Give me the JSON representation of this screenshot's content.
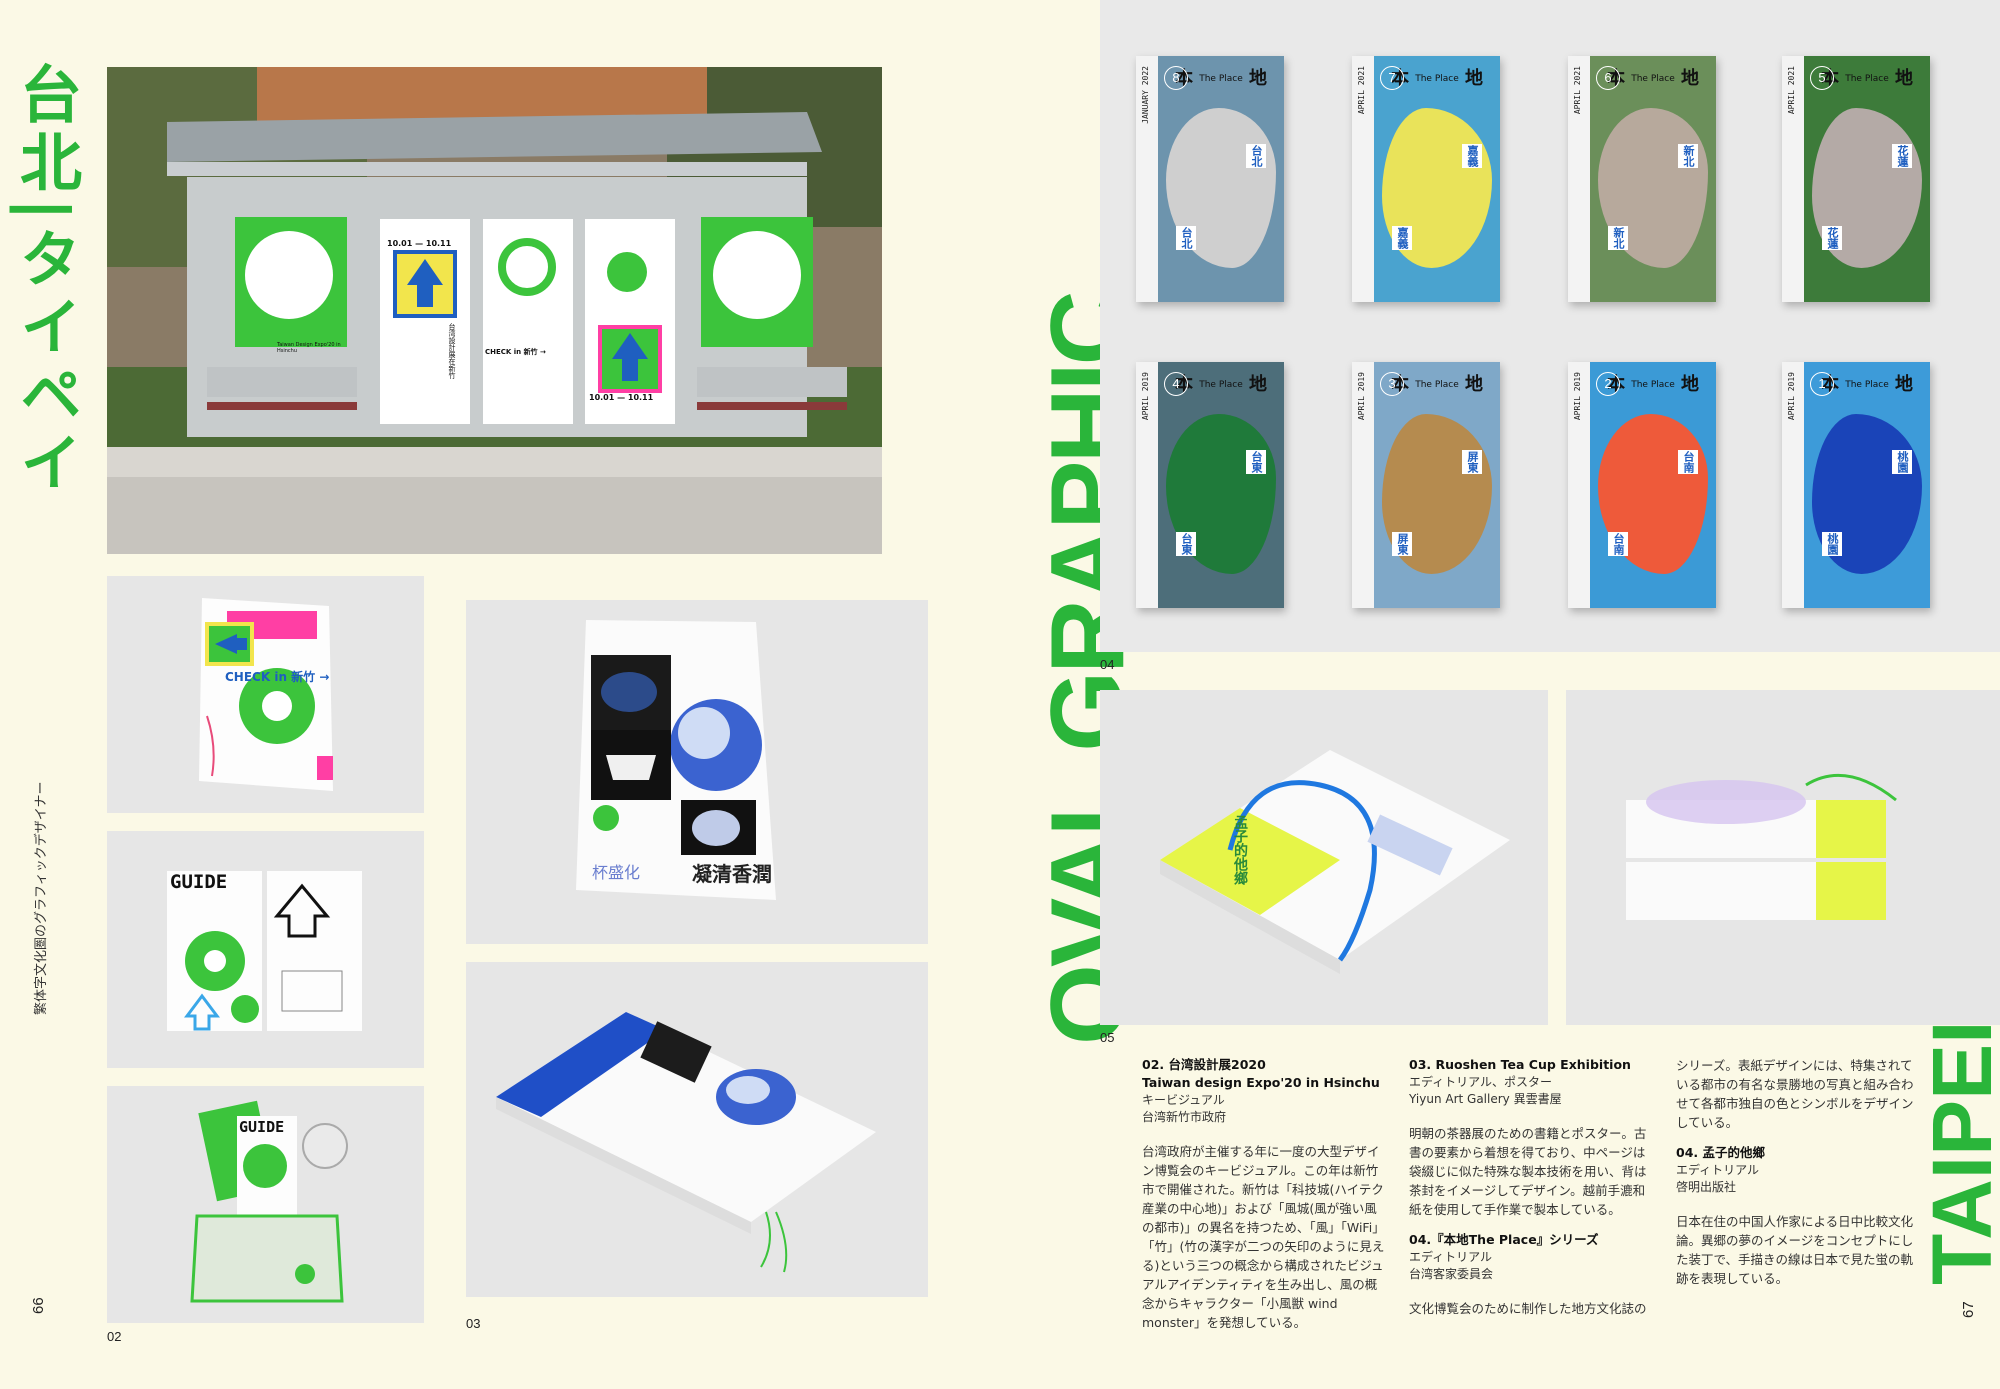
{
  "left_page": {
    "side_title": "台北|タイペイ",
    "side_caption": "繁体字文化圏のグラフィックデザイナー",
    "page_number": "66",
    "caption_02": "02",
    "caption_03": "03",
    "bus_stop_posters": {
      "poster_a": "Taiwan Design Expo'20 in Hsinchu",
      "poster_b_date": "10.01 — 10.11",
      "poster_b_title": "台湾設計展在新竹",
      "poster_b_check": "CHECK in 新竹 →",
      "poster_d_date": "10.01 — 10.11"
    },
    "flyer_guide": "GUIDE",
    "brochure_title": "凝清香潤",
    "brochure_side": "杯盛化"
  },
  "center": {
    "title": "OVAL GRAPHIC"
  },
  "right_page": {
    "side_title": "TAIPEI",
    "page_number": "67",
    "caption_04": "04",
    "caption_05": "05",
    "magazine_title": "本",
    "magazine_title_end": "地",
    "magazine_subtitle": "The Place",
    "covers": [
      {
        "num": "8",
        "date": "JANUARY 2022",
        "tag1": "台北",
        "tag2": "台北",
        "color": "#cfcfcf",
        "bg": "#6d94ad"
      },
      {
        "num": "7",
        "date": "APRIL 2021",
        "tag1": "嘉義",
        "tag2": "嘉義",
        "color": "#e9e35a",
        "bg": "#4aa3cf"
      },
      {
        "num": "6",
        "date": "APRIL 2021",
        "tag1": "新北",
        "tag2": "新北",
        "color": "#b7a99c",
        "bg": "#6b8f5a"
      },
      {
        "num": "5",
        "date": "APRIL 2021",
        "tag1": "花蓮",
        "tag2": "花蓮",
        "color": "#b4aaa6",
        "bg": "#3d7b3a"
      },
      {
        "num": "4",
        "date": "APRIL 2019",
        "tag1": "台東",
        "tag2": "台東",
        "color": "#1f7a3a",
        "bg": "#4d6e7a"
      },
      {
        "num": "3",
        "date": "APRIL 2019",
        "tag1": "屏東",
        "tag2": "屏東",
        "color": "#b58b4f",
        "bg": "#7fa8c8"
      },
      {
        "num": "2",
        "date": "APRIL 2019",
        "tag1": "台南",
        "tag2": "台南",
        "color": "#ee5a3a",
        "bg": "#3b9ad6"
      },
      {
        "num": "1",
        "date": "APRIL 2019",
        "tag1": "桃園",
        "tag2": "桃園",
        "color": "#1a44b8",
        "bg": "#3d9bd9"
      }
    ],
    "col1": {
      "h1": "02. 台湾設計展2020",
      "h2": "Taiwan design Expo'20 in Hsinchu",
      "h3": "キービジュアル",
      "h4": "台湾新竹市政府",
      "body": "台湾政府が主催する年に一度の大型デザイン博覧会のキービジュアル。この年は新竹市で開催された。新竹は「科技城(ハイテク産業の中心地)」および「風城(風が強い風の都市)」の異名を持つため、「風」「WiFi」「竹」(竹の漢字が二つの矢印のように見える)という三つの概念から構成されたビジュアルアイデンティティを生み出し、風の概念からキャラクター「小風獣 wind monster」を発想している。"
    },
    "col2": {
      "h1": "03. Ruoshen Tea Cup Exhibition",
      "h2": "エディトリアル、ポスター",
      "h3": "Yiyun Art Gallery 異雲書屋",
      "body1": "明朝の茶器展のための書籍とポスター。古書の要素から着想を得ており、中ページは袋綴じに似た特殊な製本技術を用い、背は茶封をイメージしてデザイン。越前手漉和紙を使用して手作業で製本している。",
      "h4": "04.『本地The Place』シリーズ",
      "h5": "エディトリアル",
      "h6": "台湾客家委員会",
      "body2": "文化博覧会のために制作した地方文化誌の"
    },
    "col3": {
      "body1": "シリーズ。表紙デザインには、特集されている都市の有名な景勝地の写真と組み合わせて各都市独自の色とシンボルをデザインしている。",
      "h1": "04. 孟子的他鄉",
      "h2": "エディトリアル",
      "h3": "啓明出版社",
      "body2": "日本在住の中国人作家による日中比較文化論。異郷の夢のイメージをコンセプトにした装丁で、手描きの線は日本で見た蛍の軌跡を表現している。"
    },
    "book05_title": "孟子的他鄉"
  },
  "colors": {
    "accent_green": "#2ab53a",
    "page_bg": "#fbf9e6"
  }
}
